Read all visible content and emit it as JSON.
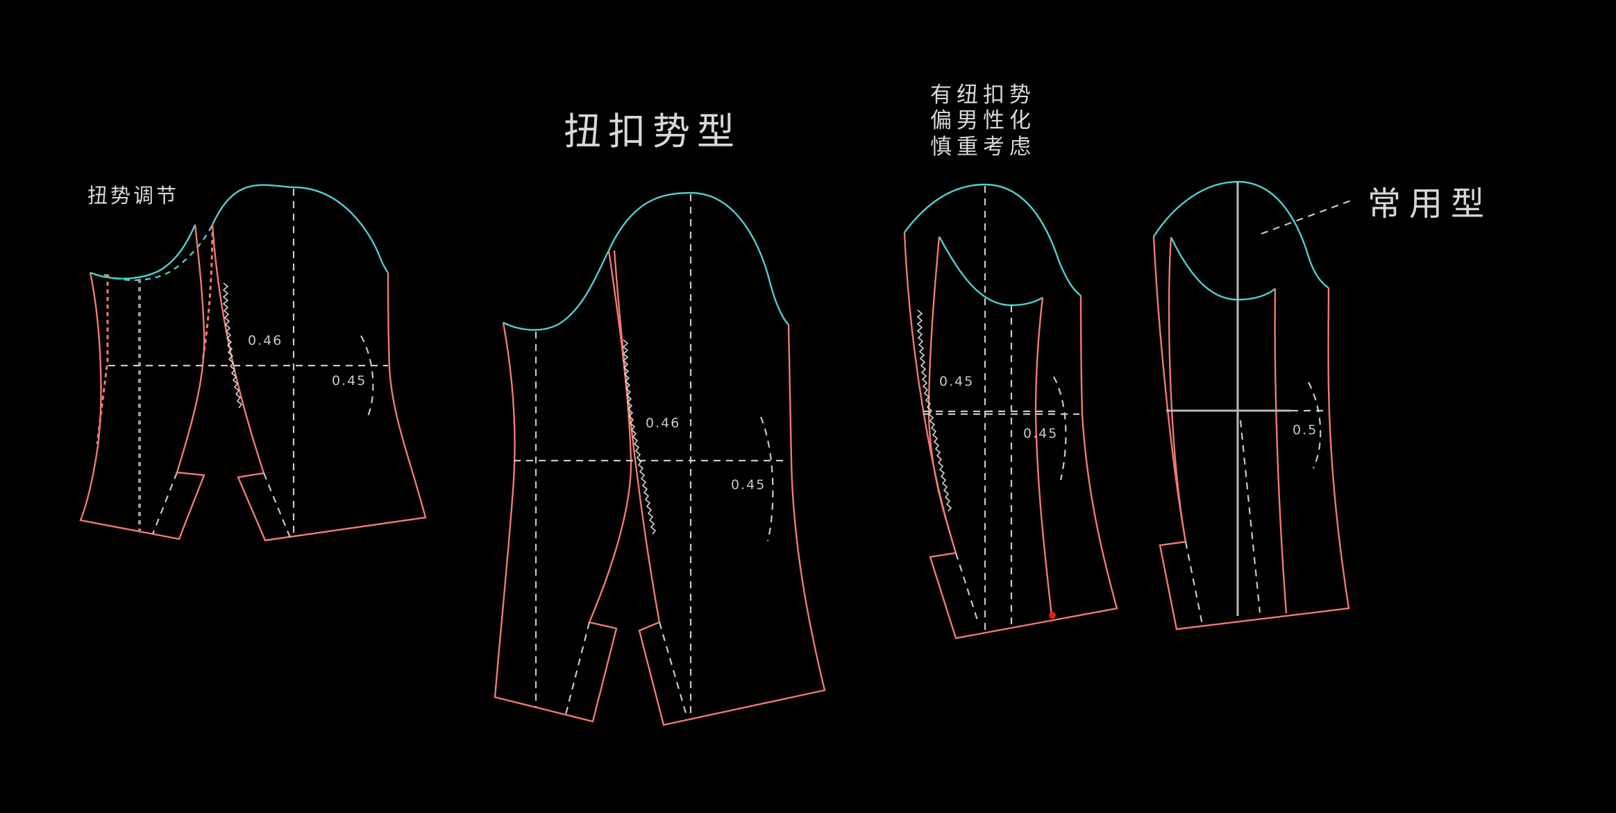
{
  "labels": {
    "twist_adjust": "扭势调节",
    "title_twist_button": "扭扣势型",
    "note_line1": "有纽扣势",
    "note_line2": "偏男性化",
    "note_line3": "慎重考虑",
    "common_type": "常用型"
  },
  "sleeves": [
    {
      "upper_measure": "0.46",
      "lower_measure": "0.45"
    },
    {
      "upper_measure": "0.46",
      "lower_measure": "0.45"
    },
    {
      "upper_measure": "0.45",
      "lower_measure": "0.45"
    },
    {
      "lower_measure": "0.5"
    }
  ],
  "colors": {
    "background": "#000000",
    "outline": "#f07a72",
    "sleeve_cap": "#4fd0d0",
    "guide": "#c8c8c8",
    "marker": "#e02010"
  }
}
